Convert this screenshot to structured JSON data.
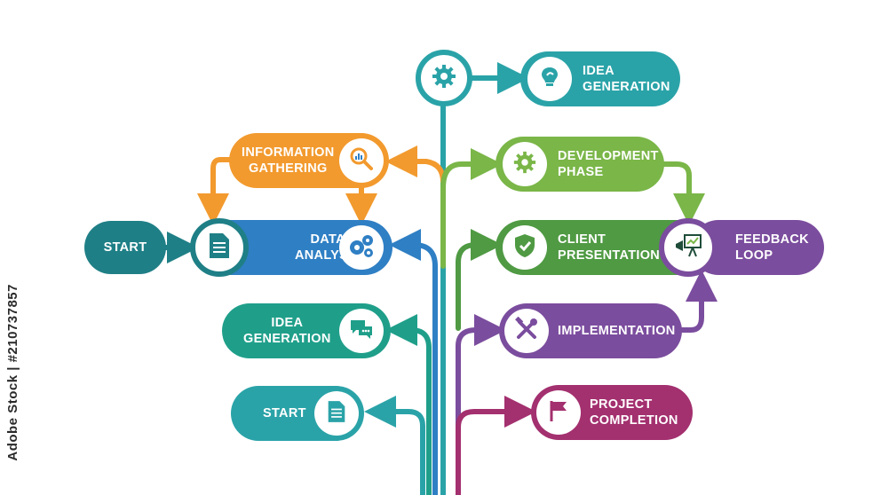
{
  "colors": {
    "teal": "#2aa3a8",
    "dark_teal": "#1f7f86",
    "orange": "#f29a2e",
    "blue": "#2f7fc4",
    "green": "#7ab648",
    "dark_green": "#4f9a43",
    "purple": "#7b4d9e",
    "magenta": "#a3306f",
    "sea_green": "#1f9f8a"
  },
  "nodes": {
    "idea_generation_top": "IDEA\nGENERATION",
    "information_gathering": "INFORMATION\nGATHERING",
    "development_phase": "DEVELOPMENT\nPHASE",
    "start_main": "START",
    "data_analysis": "DATA\nANALYSIS",
    "client_presentation": "CLIENT\nPRESENTATION",
    "feedback_loop": "FEEDBACK\nLOOP",
    "idea_generation_low": "IDEA\nGENERATION",
    "implementation": "IMPLEMENTATION",
    "start_low": "START",
    "project_completion": "PROJECT\nCOMPLETION"
  },
  "icons": {
    "hub": "gear-icon",
    "idea_generation_top": "lightbulb-icon",
    "information_gathering": "magnifier-chart-icon",
    "development_phase": "gear-icon",
    "start_main": "document-icon",
    "data_analysis": "gears-icon",
    "client_presentation": "shield-check-icon",
    "feedback_loop": "presentation-megaphone-icon",
    "idea_generation_low": "chat-bubbles-icon",
    "implementation": "tools-icon",
    "start_low": "document-icon",
    "project_completion": "flag-icon"
  },
  "watermark": "Adobe Stock | #210737857"
}
